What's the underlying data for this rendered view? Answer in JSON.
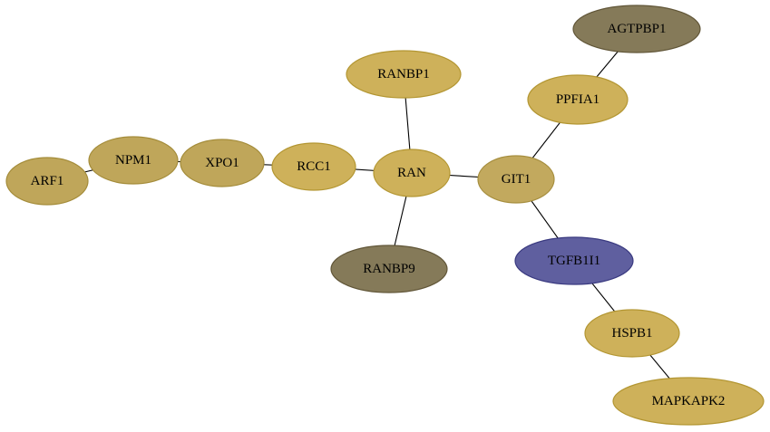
{
  "colors": {
    "background": "#ffffff",
    "edge": "#000000"
  },
  "nodes": [
    {
      "id": "AGTPBP1",
      "label": "AGTPBP1",
      "fill": "#857a59",
      "stroke": "#615638"
    },
    {
      "id": "PPFIA1",
      "label": "PPFIA1",
      "fill": "#ceb15a",
      "stroke": "#b39632"
    },
    {
      "id": "RANBP1",
      "label": "RANBP1",
      "fill": "#ceb15a",
      "stroke": "#b39632"
    },
    {
      "id": "NPM1",
      "label": "NPM1",
      "fill": "#bfa65a",
      "stroke": "#a48c3a"
    },
    {
      "id": "XPO1",
      "label": "XPO1",
      "fill": "#bfa65a",
      "stroke": "#a48c3a"
    },
    {
      "id": "RCC1",
      "label": "RCC1",
      "fill": "#ceb15a",
      "stroke": "#b39632"
    },
    {
      "id": "RAN",
      "label": "RAN",
      "fill": "#ceb15a",
      "stroke": "#b39632"
    },
    {
      "id": "GIT1",
      "label": "GIT1",
      "fill": "#c2a95e",
      "stroke": "#a68e3e"
    },
    {
      "id": "ARF1",
      "label": "ARF1",
      "fill": "#bfa65a",
      "stroke": "#a48c3a"
    },
    {
      "id": "TGFB1I1",
      "label": "TGFB1I1",
      "fill": "#5f5f9f",
      "stroke": "#3a3a80"
    },
    {
      "id": "RANBP9",
      "label": "RANBP9",
      "fill": "#857a59",
      "stroke": "#615638"
    },
    {
      "id": "HSPB1",
      "label": "HSPB1",
      "fill": "#ceb15a",
      "stroke": "#b39632"
    },
    {
      "id": "MAPKAPK2",
      "label": "MAPKAPK2",
      "fill": "#ceb15a",
      "stroke": "#b39632"
    }
  ],
  "edges": [
    [
      "AGTPBP1",
      "PPFIA1"
    ],
    [
      "PPFIA1",
      "GIT1"
    ],
    [
      "RANBP1",
      "RAN"
    ],
    [
      "ARF1",
      "NPM1"
    ],
    [
      "NPM1",
      "XPO1"
    ],
    [
      "XPO1",
      "RCC1"
    ],
    [
      "RCC1",
      "RAN"
    ],
    [
      "RAN",
      "GIT1"
    ],
    [
      "RAN",
      "RANBP9"
    ],
    [
      "GIT1",
      "TGFB1I1"
    ],
    [
      "TGFB1I1",
      "HSPB1"
    ],
    [
      "HSPB1",
      "MAPKAPK2"
    ]
  ]
}
